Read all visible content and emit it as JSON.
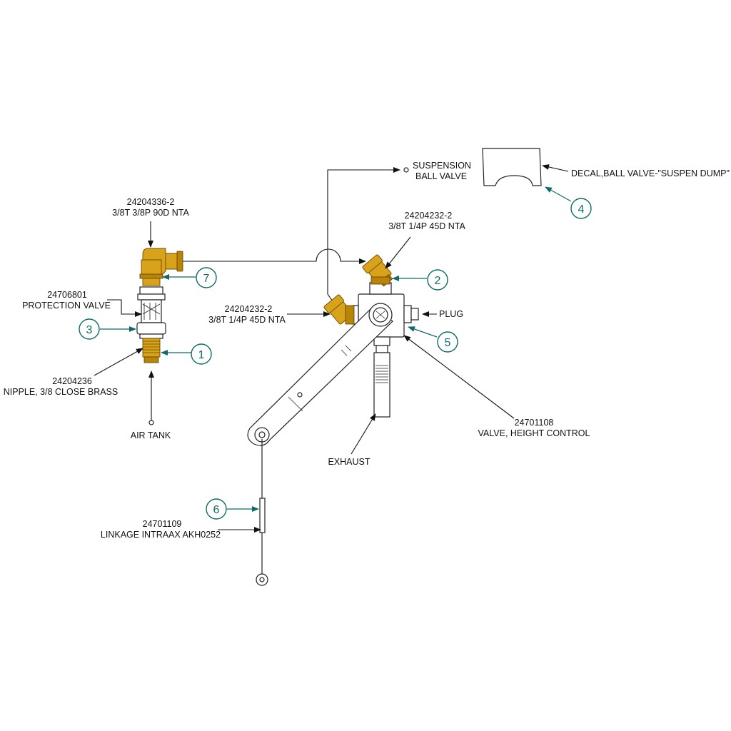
{
  "labels": {
    "suspension_line1": "SUSPENSION",
    "suspension_line2": "BALL VALVE",
    "decal": "DECAL,BALL VALVE-\"SUSPEN DUMP\"",
    "elbow_pn": "24204336-2",
    "elbow_desc": "3/8T 3/8P 90D NTA",
    "fitting_top_pn": "24204232-2",
    "fitting_top_desc": "3/8T 1/4P 45D NTA",
    "protection_pn": "24706801",
    "protection_desc": "PROTECTION VALVE",
    "fitting_left_pn": "24204232-2",
    "fitting_left_desc": "3/8T 1/4P 45D NTA",
    "plug": "PLUG",
    "nipple_pn": "24204236",
    "nipple_desc": "NIPPLE, 3/8 CLOSE BRASS",
    "air_tank": "AIR TANK",
    "hcv_pn": "24701108",
    "hcv_desc": "VALVE, HEIGHT CONTROL",
    "exhaust": "EXHAUST",
    "linkage_pn": "24701109",
    "linkage_desc": "LINKAGE INTRAAX AKH0252"
  },
  "balloons": {
    "b1": "1",
    "b2": "2",
    "b3": "3",
    "b4": "4",
    "b5": "5",
    "b6": "6",
    "b7": "7"
  },
  "colors": {
    "brass": "#d9a21b",
    "callout_teal": "#0e6b68"
  }
}
